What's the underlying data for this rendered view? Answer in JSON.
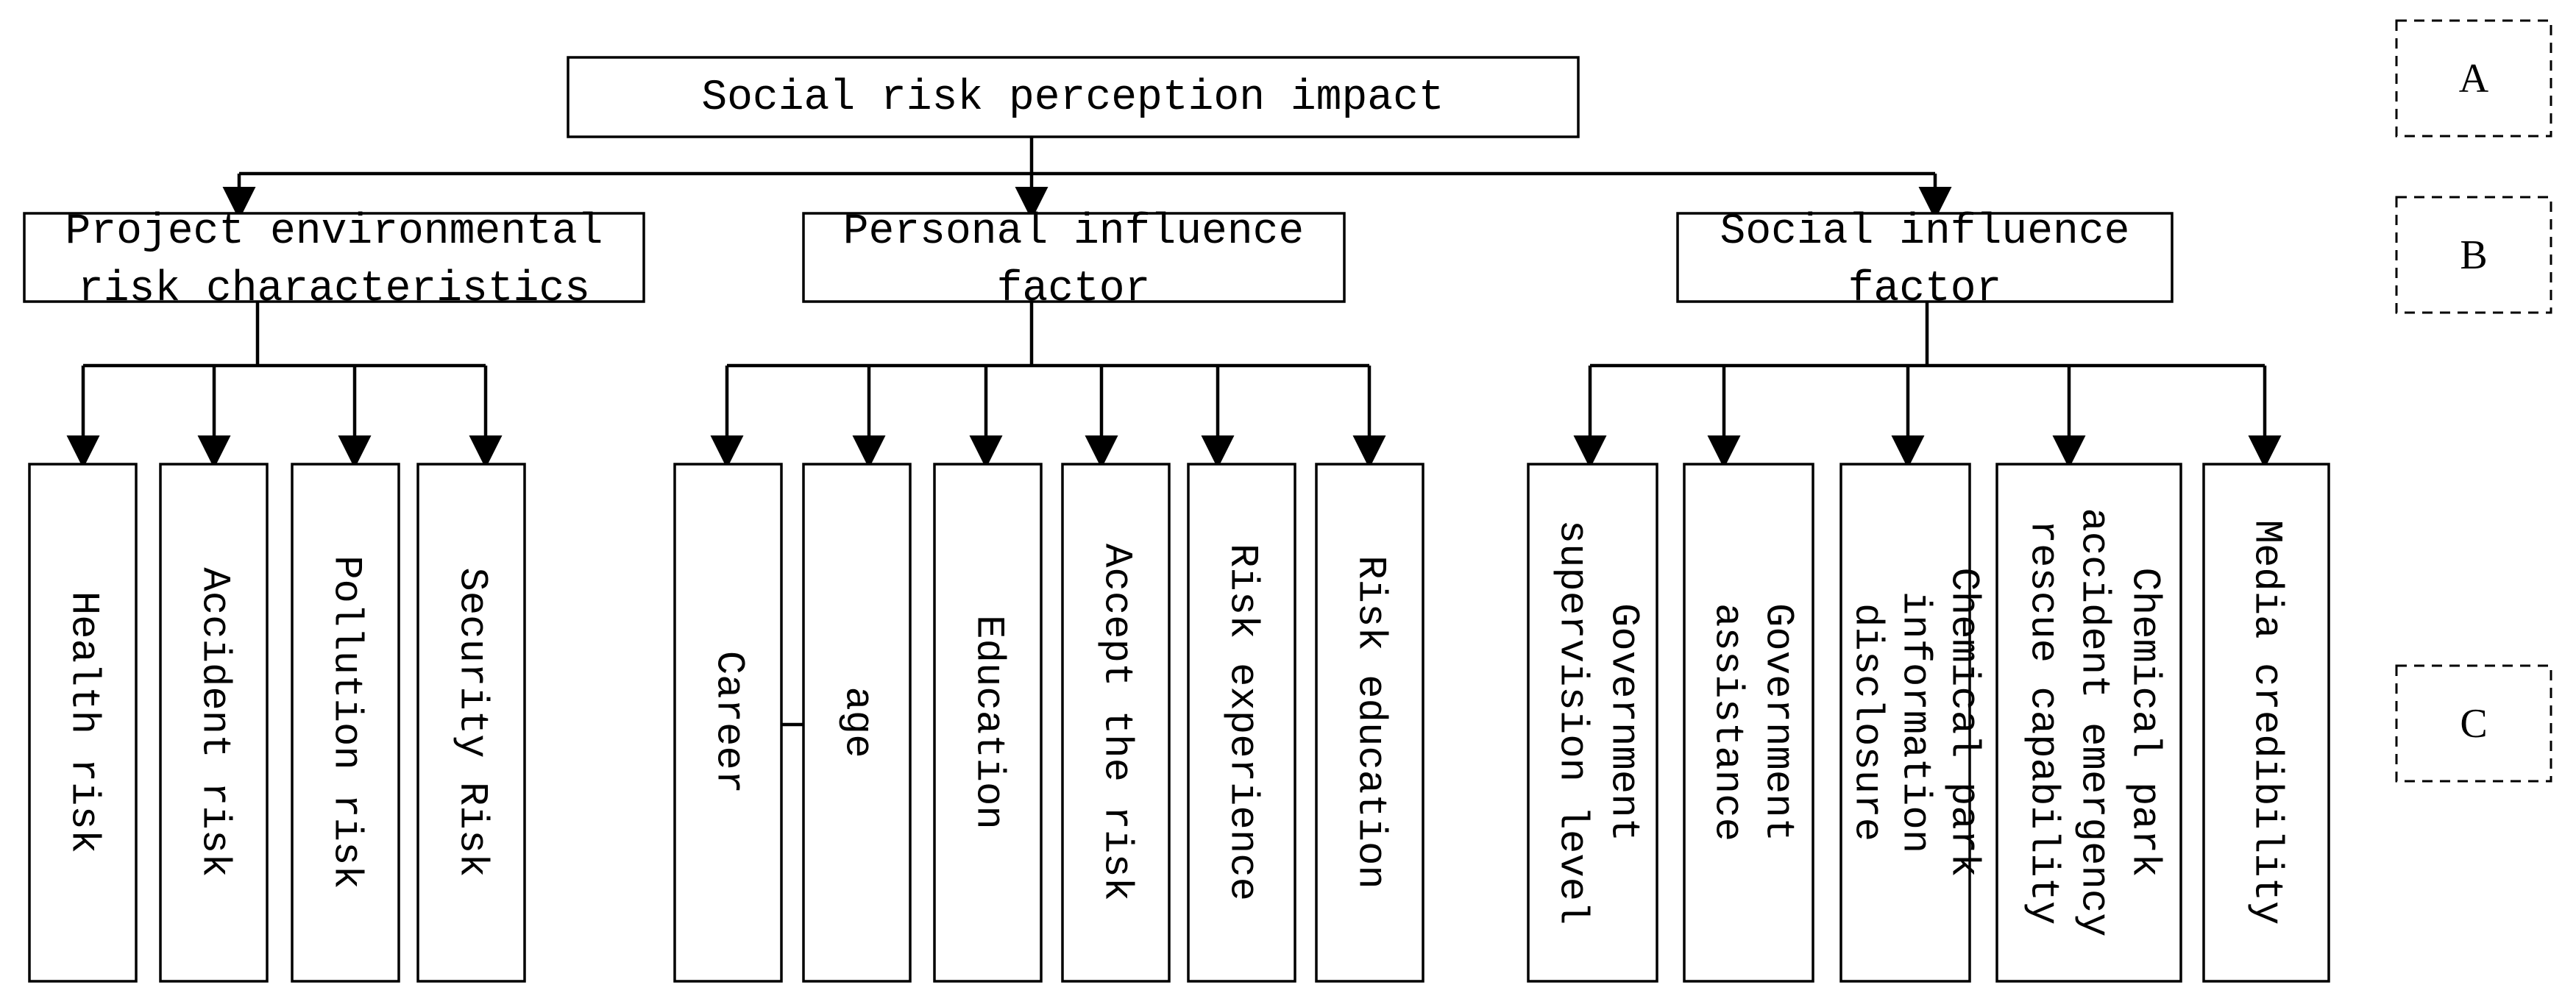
{
  "diagram": {
    "root": "Social risk perception impact",
    "groups": [
      {
        "label_lines": [
          "Project environmental",
          "risk characteristics"
        ],
        "leaves": [
          [
            "Health risk"
          ],
          [
            "Accident risk"
          ],
          [
            "Pollution risk"
          ],
          [
            "Security Risk"
          ]
        ]
      },
      {
        "label_lines": [
          "Personal influence",
          "factor"
        ],
        "leaves": [
          [
            "Career"
          ],
          [
            "age"
          ],
          [
            "Education"
          ],
          [
            "Accept the risk"
          ],
          [
            "Risk experience"
          ],
          [
            "Risk education"
          ]
        ]
      },
      {
        "label_lines": [
          "Social influence",
          "factor"
        ],
        "leaves": [
          [
            "Government",
            "supervision level"
          ],
          [
            "Government",
            "assistance"
          ],
          [
            "Chemical park",
            "information",
            "disclosure"
          ],
          [
            "Chemical park",
            "accident emergency",
            "rescue capability"
          ],
          [
            "Media credibility"
          ]
        ]
      }
    ],
    "level_tags": [
      "A",
      "B",
      "C"
    ]
  }
}
